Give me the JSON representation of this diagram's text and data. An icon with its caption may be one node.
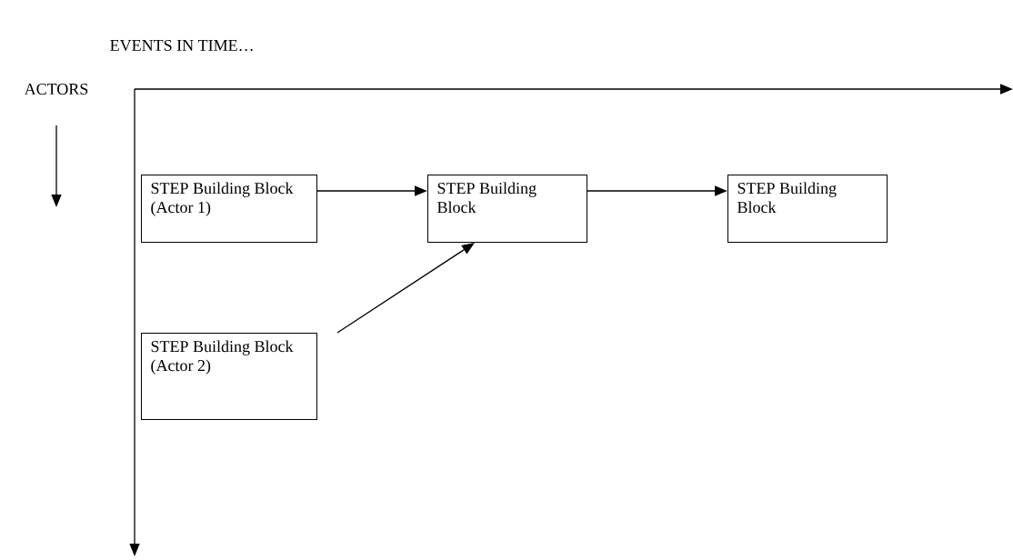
{
  "diagram": {
    "nodes": [
      {
        "text": [
          "STEP Building Block (Actor 1)"
        ]
      },
      {
        "text": [
          "STEP Building Block"
        ]
      },
      {
        "text": [
          "STEP Building Block"
        ]
      },
      {
        "text": [
          "STEP Building Block (Actor 2)"
        ]
      }
    ],
    "edges": [
      {
        "from": 0,
        "to": 1,
        "arrow": "to"
      },
      {
        "from": 1,
        "to": 2,
        "arrow": "to"
      },
      {
        "from": 3,
        "to": 1,
        "arrow": "to"
      }
    ],
    "labels": [
      "EVENTS IN TIME…",
      "ACTORS"
    ]
  }
}
